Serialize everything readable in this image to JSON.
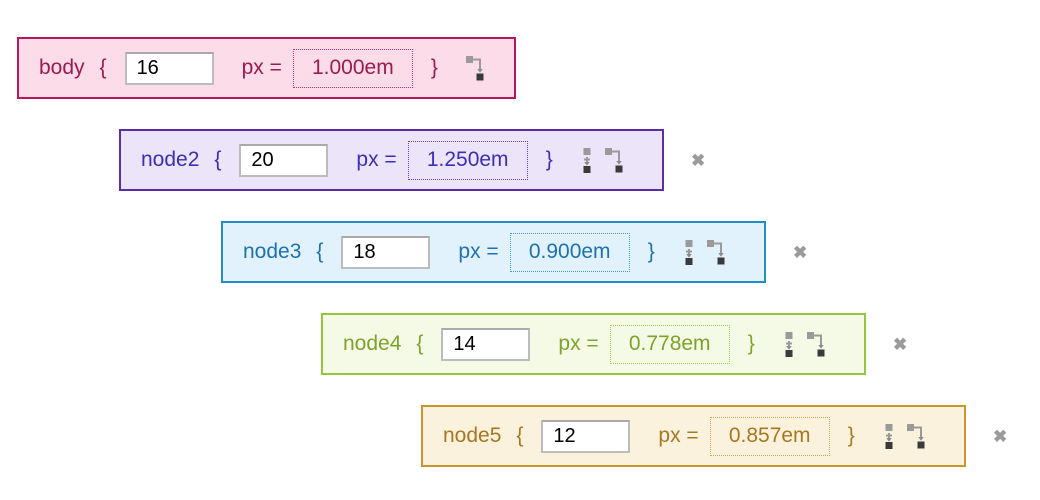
{
  "app": {
    "name": "em-calculator-node-tree"
  },
  "labels": {
    "open_brace": "{",
    "close_brace": "}",
    "px_equals": "px ="
  },
  "icon_glyphs": {
    "remove": "✖"
  },
  "nodes": [
    {
      "selector": "body",
      "px": "16",
      "em": "1.000em",
      "can_remove": false,
      "has_add_sibling": false,
      "has_add_child": true,
      "colors": {
        "border": "#b5195b",
        "background": "#fbdce8",
        "text": "#9b1b4e",
        "dotted": "#cb2f77"
      }
    },
    {
      "selector": "node2",
      "px": "20",
      "em": "1.250em",
      "can_remove": true,
      "has_add_sibling": true,
      "has_add_child": true,
      "colors": {
        "border": "#5a2ea6",
        "background": "#ece4f9",
        "text": "#3b2fb3",
        "dotted": "#6a3bd1"
      }
    },
    {
      "selector": "node3",
      "px": "18",
      "em": "0.900em",
      "can_remove": true,
      "has_add_sibling": true,
      "has_add_child": true,
      "colors": {
        "border": "#1f8ec9",
        "background": "#e2f2fc",
        "text": "#1d72ae",
        "dotted": "#3f9fd4"
      }
    },
    {
      "selector": "node4",
      "px": "14",
      "em": "0.778em",
      "can_remove": true,
      "has_add_sibling": true,
      "has_add_child": true,
      "colors": {
        "border": "#93c73c",
        "background": "#f5fae7",
        "text": "#7da32a",
        "dotted": "#a4ce53"
      }
    },
    {
      "selector": "node5",
      "px": "12",
      "em": "0.857em",
      "can_remove": true,
      "has_add_sibling": true,
      "has_add_child": true,
      "colors": {
        "border": "#c9952f",
        "background": "#fbf2de",
        "text": "#a87720",
        "dotted": "#d2a54a"
      }
    }
  ]
}
